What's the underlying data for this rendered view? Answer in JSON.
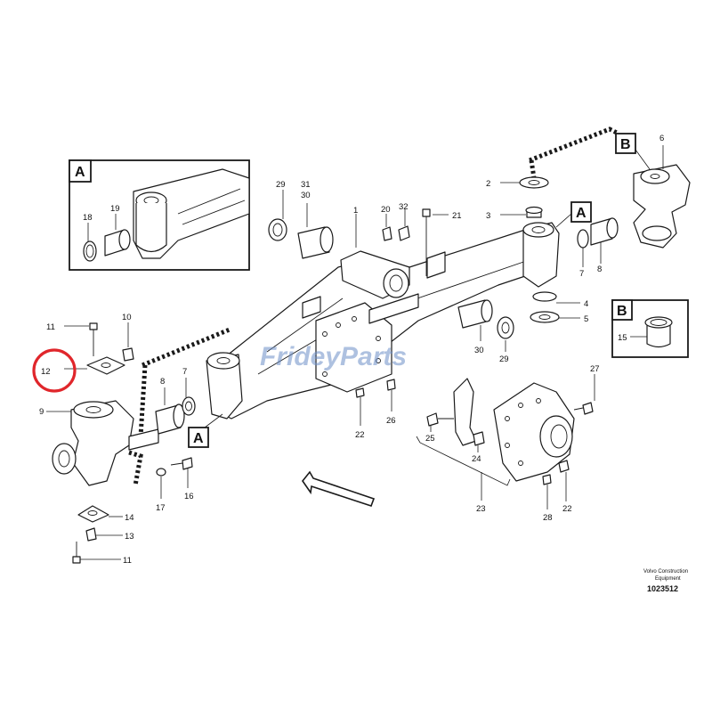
{
  "diagram": {
    "callouts": {
      "c1": "1",
      "c2": "2",
      "c3": "3",
      "c4": "4",
      "c5": "5",
      "c6": "6",
      "c7a": "7",
      "c7b": "7",
      "c8a": "8",
      "c8b": "8",
      "c9": "9",
      "c10": "10",
      "c11a": "11",
      "c11b": "11",
      "c12": "12",
      "c13": "13",
      "c14": "14",
      "c15": "15",
      "c16": "16",
      "c17": "17",
      "c18": "18",
      "c19": "19",
      "c20": "20",
      "c21": "21",
      "c22a": "22",
      "c22b": "22",
      "c23": "23",
      "c24": "24",
      "c25": "25",
      "c26": "26",
      "c27": "27",
      "c28": "28",
      "c29a": "29",
      "c29b": "29",
      "c30a": "30",
      "c30b": "30",
      "c31": "31",
      "c32": "32"
    },
    "detail_labels": {
      "a_inset": "A",
      "a_main_right": "A",
      "a_main_left": "A",
      "b_main": "B",
      "b_inset": "B"
    },
    "watermark": "FrideyParts",
    "credit_line1": "Volvo Construction",
    "credit_line2": "Equipment",
    "document_number": "1023512",
    "highlight_color": "#e0262b",
    "watermark_color": "#6d8fc7"
  }
}
